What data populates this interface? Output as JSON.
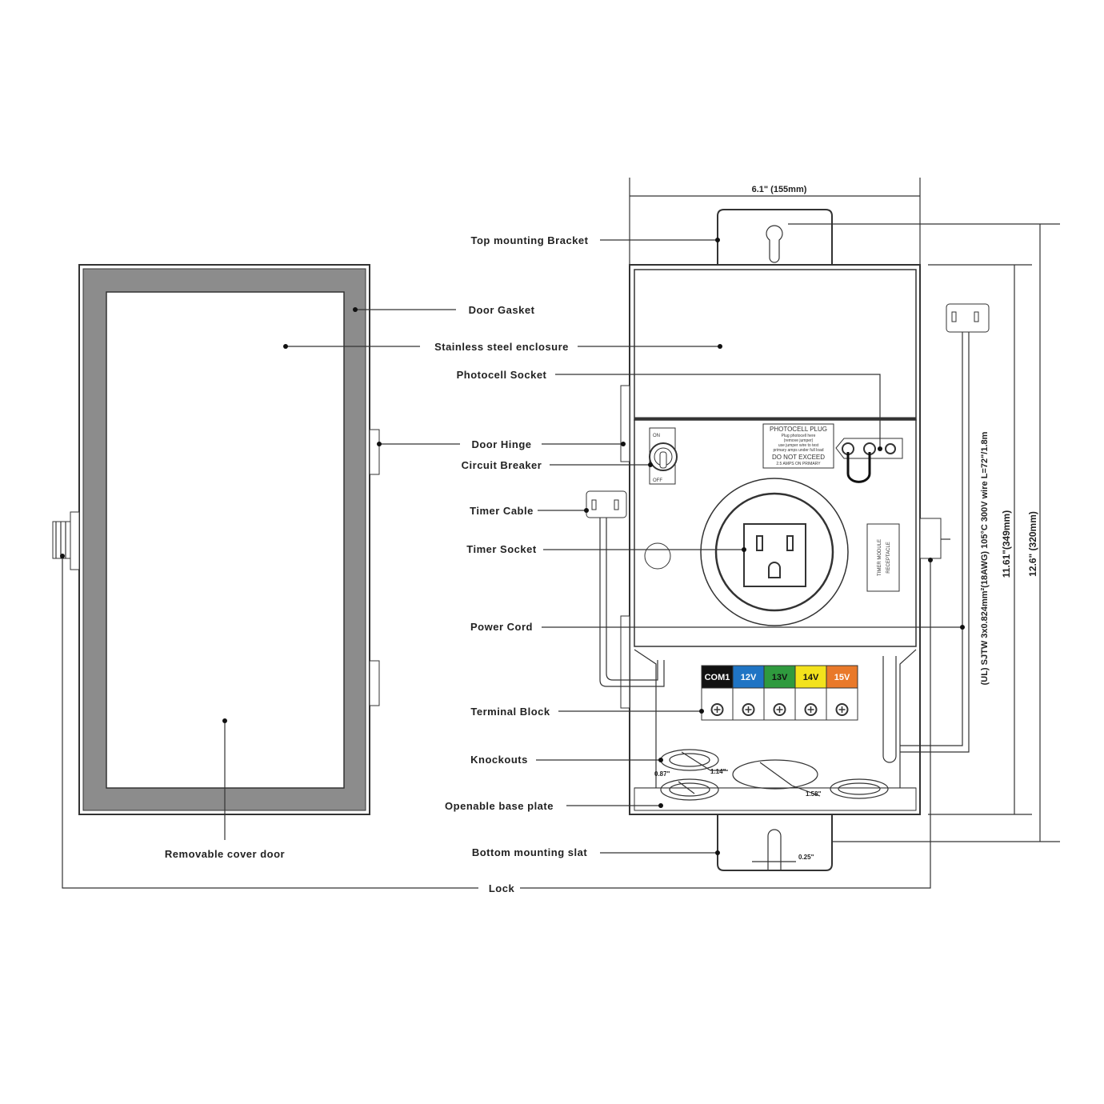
{
  "labels": {
    "top_bracket": "Top mounting Bracket",
    "door_gasket": "Door Gasket",
    "enclosure": "Stainless steel enclosure",
    "photocell_socket": "Photocell Socket",
    "door_hinge": "Door Hinge",
    "circuit_breaker": "Circuit Breaker",
    "timer_cable": "Timer Cable",
    "timer_socket": "Timer Socket",
    "power_cord": "Power Cord",
    "terminal_block": "Terminal Block",
    "knockouts": "Knockouts",
    "base_plate": "Openable base plate",
    "bottom_slat": "Bottom mounting slat",
    "cover_door": "Removable cover door",
    "lock": "Lock"
  },
  "dimensions": {
    "width": "6.1\" (155mm)",
    "height_outer": "12.6\" (320mm)",
    "height_inner": "11.61\"(349mm)",
    "wire_spec": "(UL) SJTW 3x0.824mm²(18AWG) 105°C 300V wire  L=72\"/1.8m",
    "knockout_large": "1.58\"",
    "knockout_medium": "1.14\"",
    "knockout_small": "0.87\"",
    "slot_width": "0.25\""
  },
  "panel": {
    "breaker_on": "ON",
    "breaker_off": "OFF",
    "photocell_title": "PHOTOCELL PLUG",
    "photocell_line1": "Plug photocell here",
    "photocell_line2": "(remove jumper)",
    "photocell_line3": "use jumper wire to test",
    "photocell_line4": "primary amps under full load",
    "photocell_warning": "DO NOT EXCEED",
    "photocell_rating": "2.5 AMPS ON PRIMARY",
    "timer_line1": "TIMER MODULE",
    "timer_line2": "RECEPTACLE"
  },
  "terminals": [
    {
      "label": "COM1",
      "color": "#111111",
      "text_color": "#ffffff"
    },
    {
      "label": "12V",
      "color": "#1f74c4",
      "text_color": "#ffffff"
    },
    {
      "label": "13V",
      "color": "#2f9a3e",
      "text_color": "#111111"
    },
    {
      "label": "14V",
      "color": "#f3e21c",
      "text_color": "#111111"
    },
    {
      "label": "15V",
      "color": "#e9792a",
      "text_color": "#ffffff"
    }
  ],
  "colors": {
    "gasket": "#8c8c8c",
    "line": "#333333"
  }
}
